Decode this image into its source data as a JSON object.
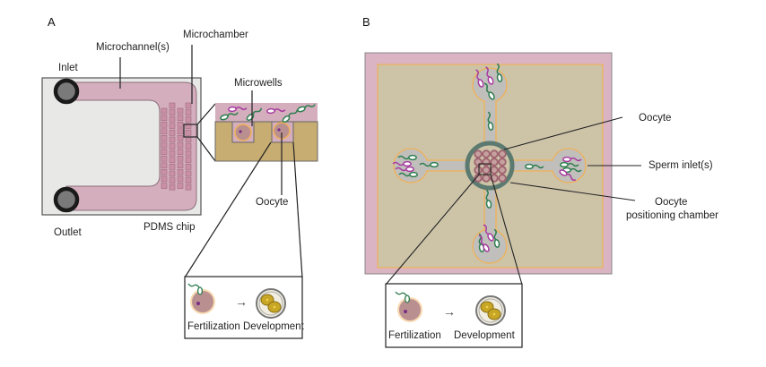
{
  "panel_a": {
    "letter": "A",
    "labels": {
      "inlet": "Inlet",
      "outlet": "Outlet",
      "microchannels": "Microchannel(s)",
      "microchamber": "Microchamber",
      "microwells": "Microwells",
      "oocyte": "Oocyte",
      "pdms_chip": "PDMS chip"
    },
    "inset": {
      "fertilization": "Fertilization",
      "development": "Development",
      "arrow": "→"
    }
  },
  "panel_b": {
    "letter": "B",
    "labels": {
      "oocyte": "Oocyte",
      "sperm_inlets": "Sperm inlet(s)",
      "positioning_line1": "Oocyte",
      "positioning_line2": "positioning chamber"
    },
    "inset": {
      "fertilization": "Fertilization",
      "development": "Development",
      "arrow": "→"
    }
  },
  "colors": {
    "chip_bg": "#e8e8e6",
    "channel_pink": "#d4aebd",
    "well_pink": "#c98fa5",
    "substrate_tan": "#c8ad72",
    "panel_b_tan": "#cdc4a8",
    "panel_b_border": "#dab4c3",
    "orange_outline": "#f0b158",
    "sperm_green": "#2e7d4f",
    "sperm_magenta": "#a83ba0",
    "chamber_ring": "#5c7a70",
    "oocyte_fill": "#b9908f",
    "embryo_yellow": "#c8a727"
  }
}
